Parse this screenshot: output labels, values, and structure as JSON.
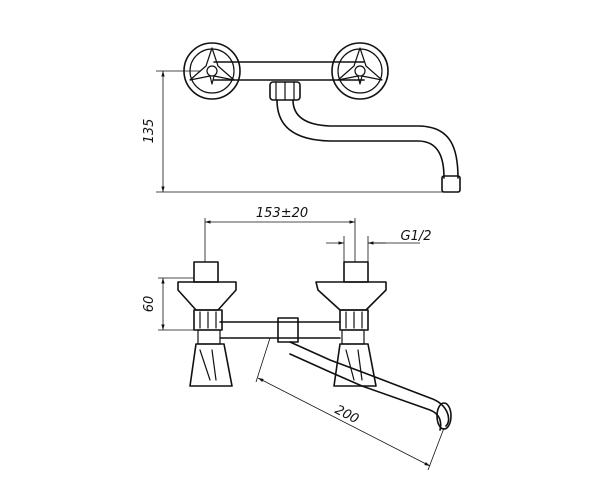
{
  "dimensions": {
    "height_top_view": "135",
    "center_distance": "153±20",
    "thread": "G1/2",
    "handle_height": "60",
    "spout_length": "200"
  }
}
